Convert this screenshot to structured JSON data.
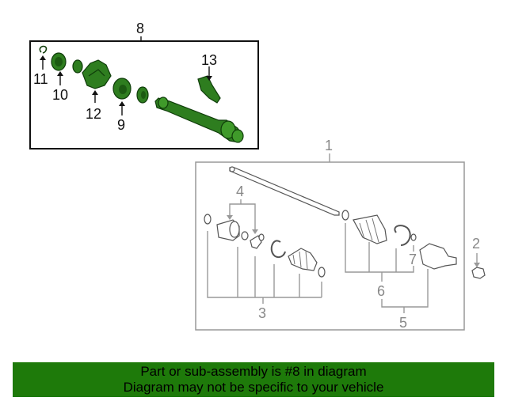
{
  "callouts": {
    "c1": "1",
    "c2": "2",
    "c3": "3",
    "c4": "4",
    "c5": "5",
    "c6": "6",
    "c7": "7",
    "c8": "8",
    "c9": "9",
    "c10": "10",
    "c11": "11",
    "c12": "12",
    "c13": "13"
  },
  "banner": {
    "line1": "Part or sub-assembly is #8 in diagram",
    "line2": "Diagram may not be specific to your vehicle"
  },
  "colors": {
    "highlight": "#2e7d1f",
    "banner": "#1e7a0a"
  }
}
